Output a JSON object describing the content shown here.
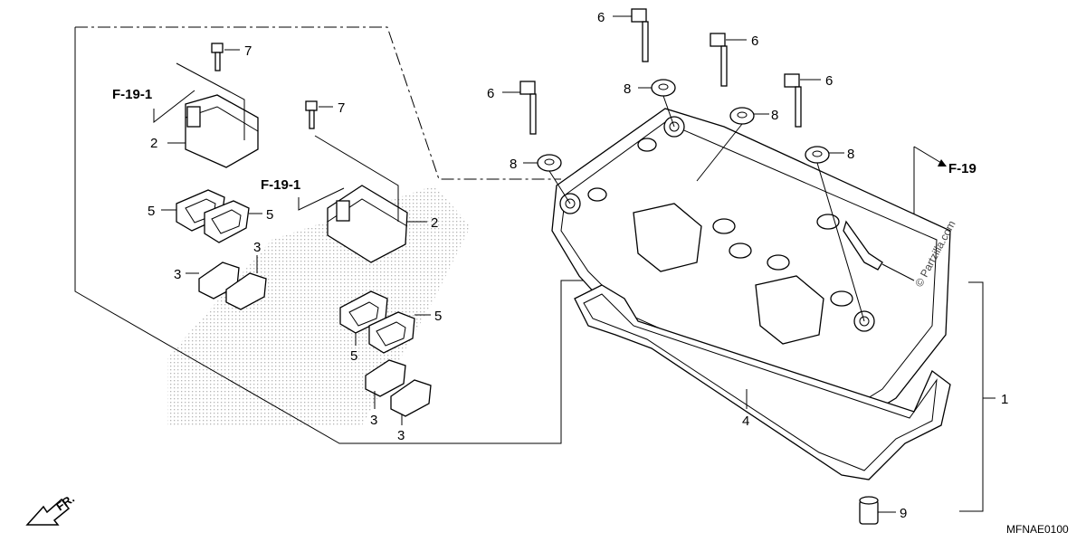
{
  "references": {
    "f19_1": "F-19-1",
    "f19": "F-19"
  },
  "callouts": {
    "c1": "1",
    "c2": "2",
    "c3": "3",
    "c4": "4",
    "c5": "5",
    "c6": "6",
    "c7": "7",
    "c8": "8",
    "c9": "9"
  },
  "diagram_code": "MFNAE0100",
  "watermark": "© Partzilla.com",
  "front_marker": "FR.",
  "colors": {
    "line": "#000000",
    "background": "#ffffff",
    "stipple": "#b5b5b5"
  }
}
